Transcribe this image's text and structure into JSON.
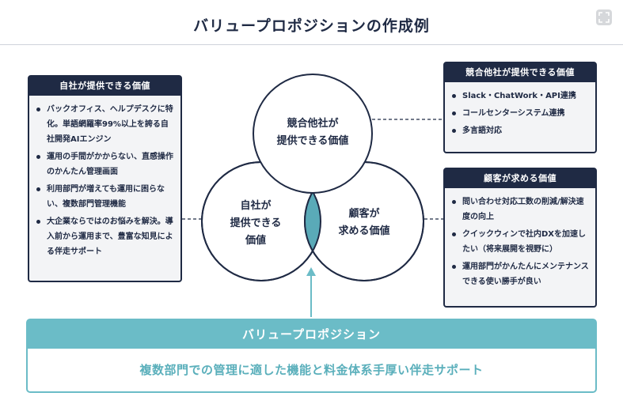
{
  "title": "バリュープロポジションの作成例",
  "left_card": {
    "header": "自社が提供できる価値",
    "items": [
      "バックオフィス、ヘルプデスクに特化。単語網羅率99%以上を誇る自社開発AIエンジン",
      "運用の手間がかからない、直感操作のかんたん管理画面",
      "利用部門が増えても運用に困らない、複数部門管理機能",
      "大企業ならではのお悩みを解決。導入前から運用まで、豊富な知見による伴走サポート"
    ]
  },
  "right_top_card": {
    "header": "競合他社が提供できる価値",
    "items": [
      "Slack・ChatWork・API連携",
      "コールセンターシステム連携",
      "多言語対応"
    ]
  },
  "right_bottom_card": {
    "header": "顧客が求める価値",
    "items": [
      "問い合わせ対応工数の削減/解決速度の向上",
      "クイックウィンで社内DXを加速したい（将来展開を視野に）",
      "運用部門がかんたんにメンテナンスできる使い勝手が良い"
    ]
  },
  "venn": {
    "competitor": "競合他社が\n提供できる価値",
    "company": "自社が\n提供できる\n価値",
    "customer": "顧客が\n求める価値"
  },
  "value_proposition": {
    "header": "バリュープロポジション",
    "text": "複数部門での管理に適した機能と料金体系手厚い伴走サポート"
  },
  "colors": {
    "navy": "#1f2a44",
    "teal": "#6bbcc7",
    "overlap": "#5aaab8",
    "card_bg": "#f3f4f6"
  }
}
